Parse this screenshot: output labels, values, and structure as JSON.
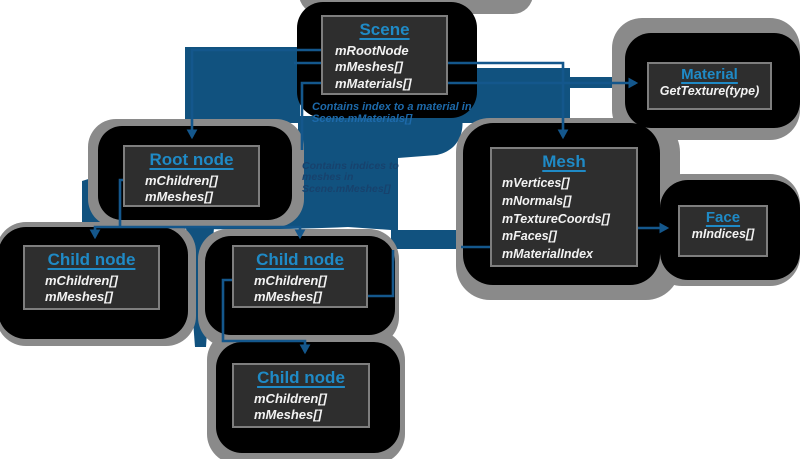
{
  "diagram": {
    "boxes": {
      "scene": {
        "title": "Scene",
        "members": [
          "mRootNode",
          "mMeshes[]",
          "mMaterials[]"
        ]
      },
      "material": {
        "title": "Material",
        "members": [
          "GetTexture(type)"
        ]
      },
      "mesh": {
        "title": "Mesh",
        "members": [
          "mVertices[]",
          "mNormals[]",
          "mTextureCoords[]",
          "mFaces[]",
          "mMaterialIndex"
        ]
      },
      "face": {
        "title": "Face",
        "members": [
          "mIndices[]"
        ]
      },
      "root_node": {
        "title": "Root node",
        "members": [
          "mChildren[]",
          "mMeshes[]"
        ]
      },
      "child_node_left": {
        "title": "Child node",
        "members": [
          "mChildren[]",
          "mMeshes[]"
        ]
      },
      "child_node_middle": {
        "title": "Child node",
        "members": [
          "mChildren[]",
          "mMeshes[]"
        ]
      },
      "child_node_bottom": {
        "title": "Child node",
        "members": [
          "mChildren[]",
          "mMeshes[]"
        ]
      }
    },
    "annotations": {
      "material_index_note": "Contains index to a material in Scene.mMaterials[]",
      "mesh_indices_note": "Contains indices to meshes in Scene.mMeshes[]"
    },
    "colors": {
      "title_blue": "#1f8ac6",
      "arrow_blue": "#14578c",
      "flow_blue": "#11527f",
      "note_blue": "#1d6aab",
      "note_dark_blue": "#17426d",
      "box_bg": "#2e2e2e",
      "box_border": "#7e7e7e",
      "blob_black": "#000000",
      "blob_gray": "#8a8a8a",
      "member_text": "#f2f2f2",
      "background": "#ffffff"
    }
  }
}
